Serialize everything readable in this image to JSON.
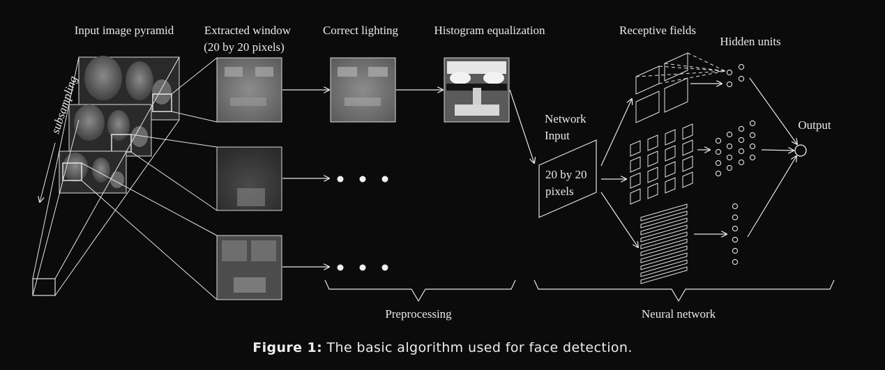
{
  "labels": {
    "input_pyramid": "Input image pyramid",
    "extracted_window_line1": "Extracted window",
    "extracted_window_line2": "(20 by 20 pixels)",
    "correct_lighting": "Correct lighting",
    "histogram_equalization": "Histogram equalization",
    "receptive_fields": "Receptive fields",
    "hidden_units": "Hidden units",
    "output": "Output",
    "network_input_line1": "Network",
    "network_input_line2": "Input",
    "input_size_line1": "20 by 20",
    "input_size_line2": "pixels",
    "subsampling": "subsampling",
    "preprocessing": "Preprocessing",
    "neural_network": "Neural network"
  },
  "caption": {
    "lead": "Figure 1:",
    "text": " The basic algorithm used for face detection."
  }
}
